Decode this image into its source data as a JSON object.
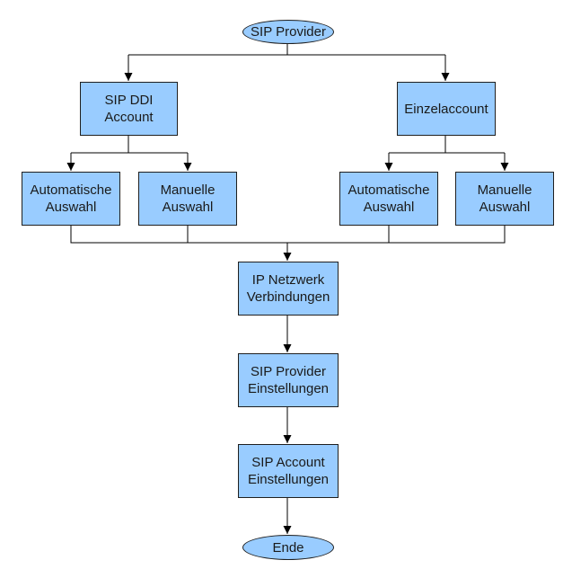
{
  "colors": {
    "node_fill": "#99ccff",
    "line": "#000000",
    "background": "#ffffff"
  },
  "nodes": {
    "start": "SIP Provider",
    "sip_ddi": "SIP DDI\nAccount",
    "einzel": "Einzelaccount",
    "auto_left": "Automatische\nAuswahl",
    "manual_left": "Manuelle\nAuswahl",
    "auto_right": "Automatische\nAuswahl",
    "manual_right": "Manuelle\nAuswahl",
    "ip_netz": "IP Netzwerk\nVerbindungen",
    "provider_settings": "SIP Provider\nEinstellungen",
    "account_settings": "SIP Account\nEinstellungen",
    "end": "Ende"
  }
}
